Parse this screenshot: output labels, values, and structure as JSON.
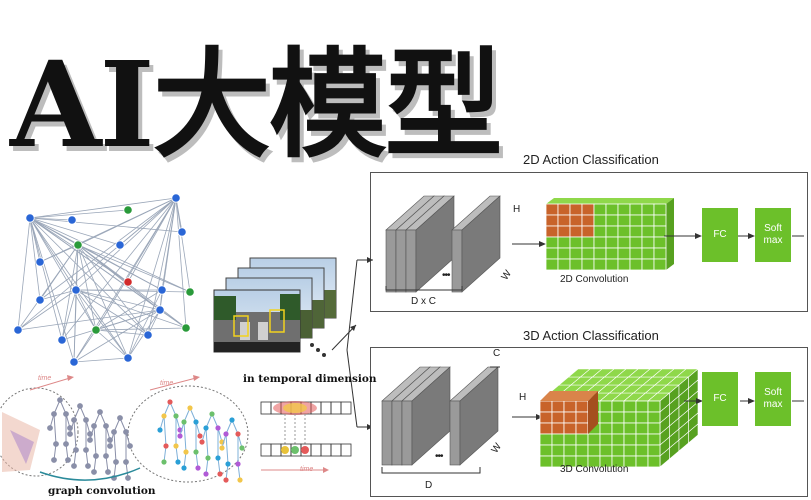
{
  "title": "AI大模型",
  "panel2d": {
    "title": "2D Action Classification",
    "h_label": "H",
    "w_label": "W",
    "dxc_label": "D x C",
    "conv_label": "2D Convolution",
    "fc_label": "FC",
    "softmax_label": "Soft max",
    "ellipsis": "•••"
  },
  "panel3d": {
    "title": "3D Action Classification",
    "c_label": "C",
    "h_label": "H",
    "w_label": "W",
    "d_label": "D",
    "conv_label": "3D Convolution",
    "fc_label": "FC",
    "softmax_label": "Soft max",
    "ellipsis": "•••"
  },
  "temporal": {
    "label": "in temporal dimension",
    "axis_label": "time"
  },
  "graph": {
    "label": "graph convolution",
    "axis_label": "time"
  },
  "colors": {
    "green": "#6cc02a",
    "orange": "#c8632a",
    "gray": "#8a8a8a",
    "node_blue": "#2a66d6",
    "node_green": "#2a9a3a",
    "node_red": "#d22a2a"
  }
}
